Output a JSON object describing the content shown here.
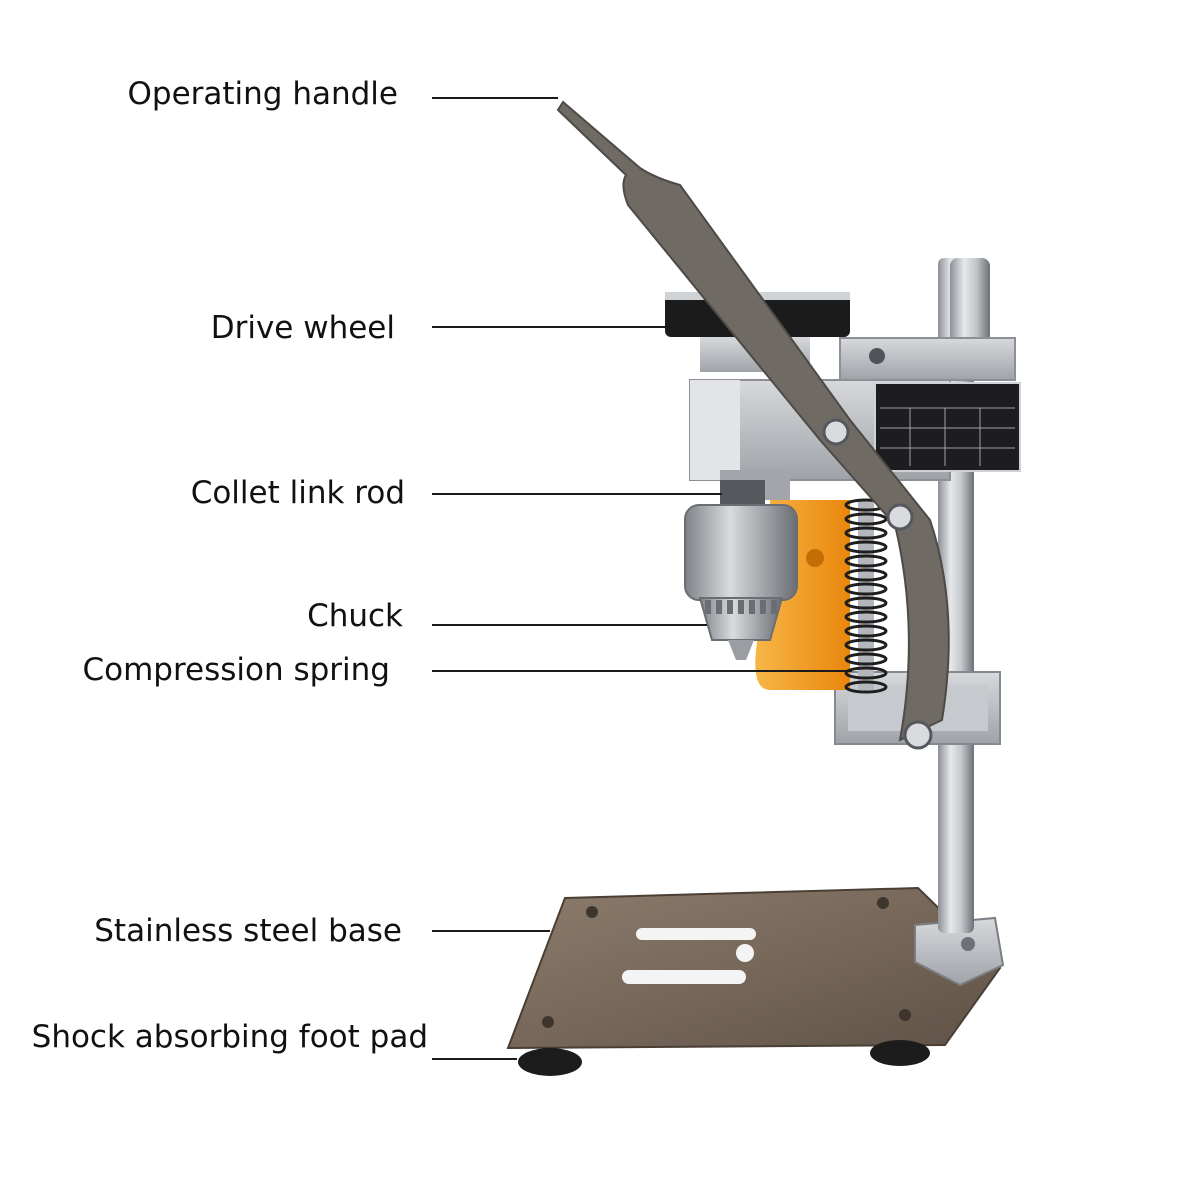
{
  "labels": {
    "operating_handle": "Operating handle",
    "drive_wheel": "Drive wheel",
    "collet_link_rod": "Collet link rod",
    "chuck": "Chuck",
    "compression_spring": "Compression spring",
    "stainless_steel_base": "Stainless steel base",
    "shock_absorbing_foot_pad": "Shock absorbing foot pad"
  },
  "nameplate_present": true,
  "colors": {
    "steel": "#b9bcc0",
    "dark_steel": "#6f6a64",
    "base_plate": "#7a6a5c",
    "orange_motor": "#f39a1c",
    "black": "#1a1a1a",
    "background": "#ffffff"
  }
}
